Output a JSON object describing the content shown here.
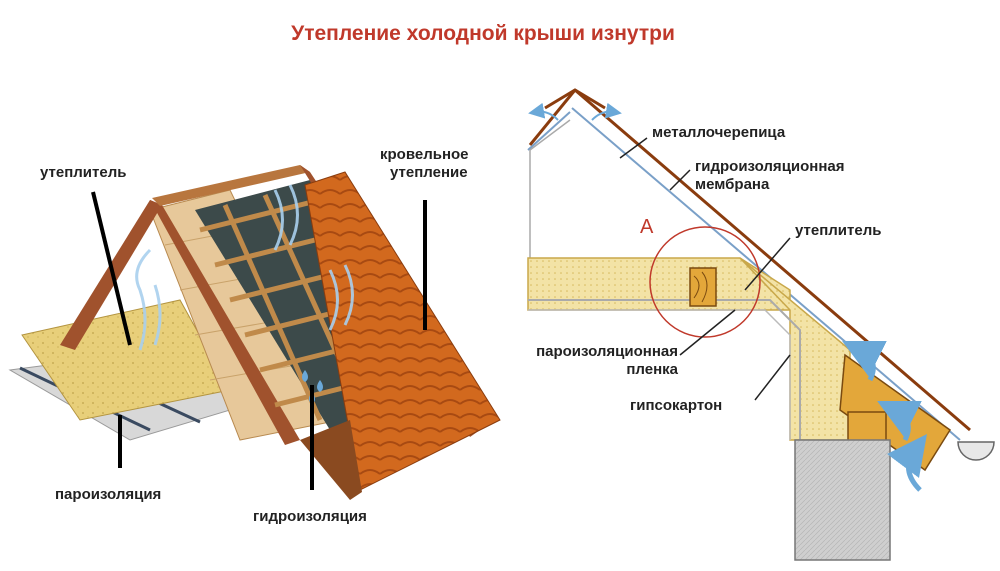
{
  "title": "Утепление холодной крыши изнутри",
  "left_diagram": {
    "labels": {
      "insulation": "утеплитель",
      "roof_insulation_line1": "кровельное",
      "roof_insulation_line2": "утепление",
      "vapor_barrier": "пароизоляция",
      "waterproofing": "гидроизоляция"
    }
  },
  "right_diagram": {
    "callout": "А",
    "labels": {
      "metal_tile": "металлочерепица",
      "membrane_line1": "гидроизоляционная",
      "membrane_line2": "мембрана",
      "insulation": "утеплитель",
      "vapor_film_line1": "пароизоляционная",
      "vapor_film_line2": "пленка",
      "drywall": "гипсокартон"
    }
  },
  "colors": {
    "title": "#c0392b",
    "tile": "#d2691e",
    "wood": "#a0522d",
    "insulation": "#f2dc8a",
    "membrane": "#3c4a4a",
    "airflow": "#6aa8d8"
  }
}
